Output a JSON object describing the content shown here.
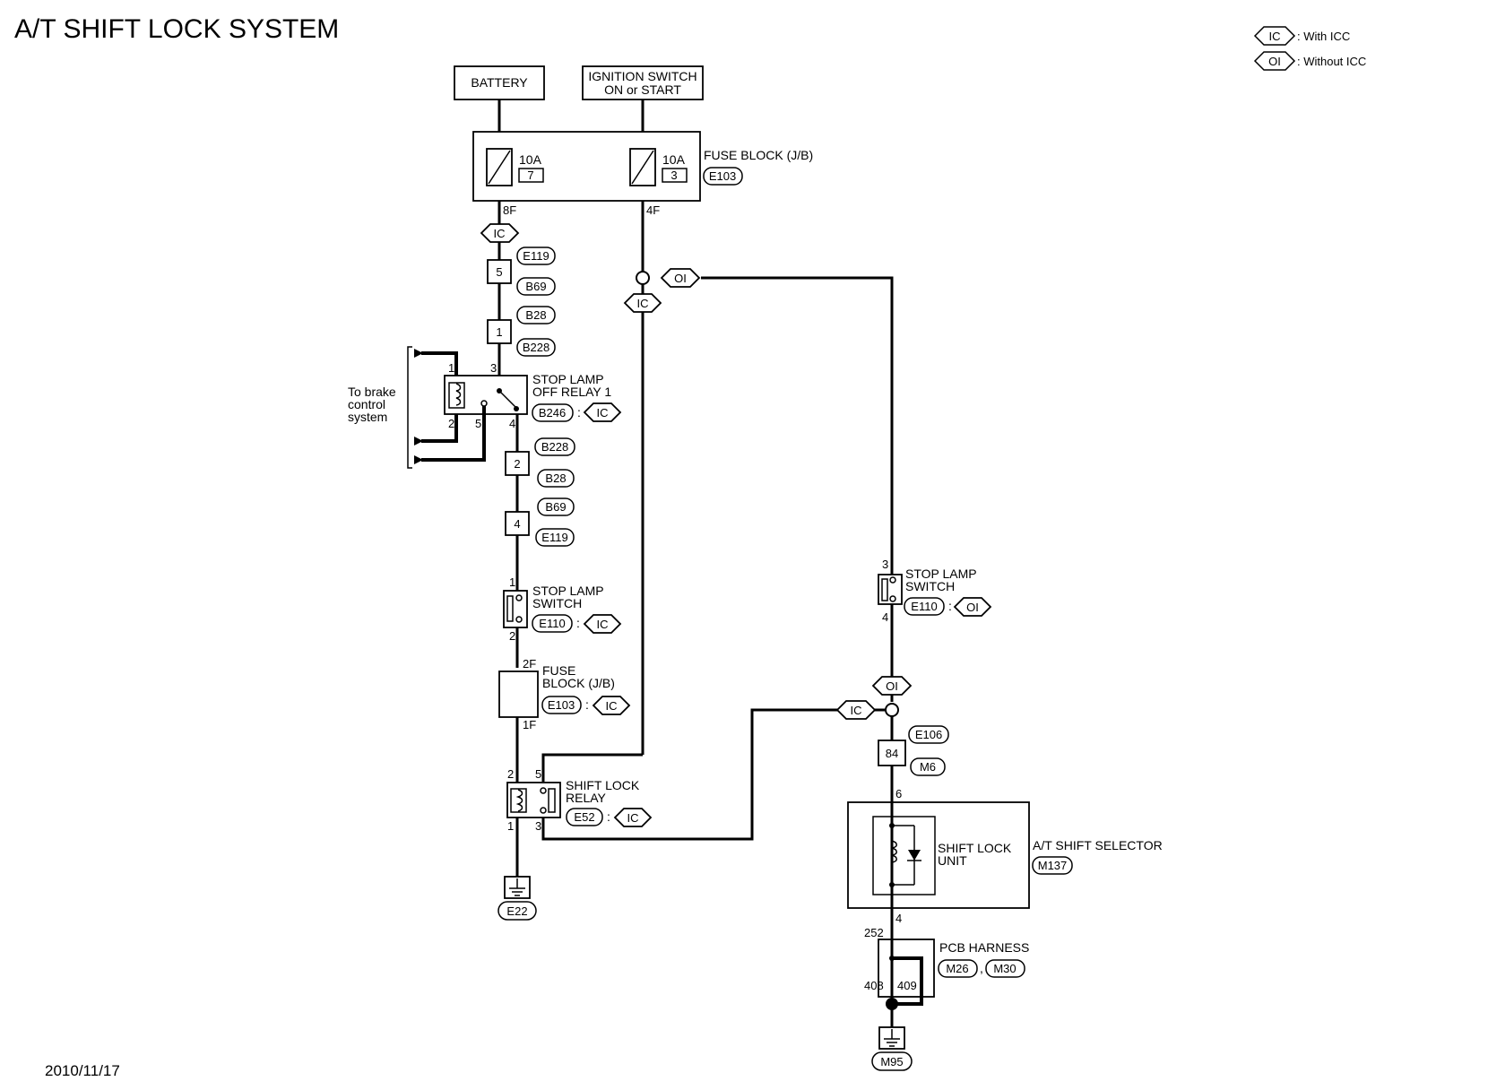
{
  "title": "A/T SHIFT LOCK SYSTEM",
  "date": "2010/11/17",
  "legend": [
    {
      "code": "IC",
      "text": ": With ICC"
    },
    {
      "code": "OI",
      "text": ": Without ICC"
    }
  ],
  "sources": {
    "battery": "BATTERY",
    "ignition_line1": "IGNITION SWITCH",
    "ignition_line2": "ON or START"
  },
  "fuse_block_top": {
    "label": "FUSE BLOCK (J/B)",
    "connector": "E103",
    "fuse_left_amp": "10A",
    "fuse_left_num": "7",
    "fuse_right_amp": "10A",
    "fuse_right_num": "3",
    "pin_left": "8F",
    "pin_right": "4F"
  },
  "options": {
    "ic": "IC",
    "oi": "OI"
  },
  "joints": {
    "j5": "5",
    "j1": "1",
    "j2": "2",
    "j4": "4",
    "j84": "84",
    "c_e119_a": "E119",
    "c_b69_a": "B69",
    "c_b28_a": "B28",
    "c_b228_a": "B228",
    "c_b228_b": "B228",
    "c_b28_b": "B28",
    "c_b69_b": "B69",
    "c_e119_b": "E119",
    "c_e106": "E106",
    "c_m6": "M6"
  },
  "stop_lamp_relay": {
    "line1": "STOP LAMP",
    "line2": "OFF RELAY 1",
    "connector": "B246",
    "sep": ":",
    "pin1": "1",
    "pin2": "2",
    "pin3": "3",
    "pin4": "4",
    "pin5": "5"
  },
  "brake_note": {
    "line1": "To brake",
    "line2": "control",
    "line3": "system"
  },
  "stop_lamp_switch_ic": {
    "line1": "STOP LAMP",
    "line2": "SWITCH",
    "connector": "E110",
    "sep": ":",
    "pin_top": "1",
    "pin_bottom": "2"
  },
  "stop_lamp_switch_oi": {
    "line1": "STOP LAMP",
    "line2": "SWITCH",
    "connector": "E110",
    "sep": ":",
    "pin_top": "3",
    "pin_bottom": "4"
  },
  "fuse_block_mid": {
    "line1": "FUSE",
    "line2": "BLOCK (J/B)",
    "connector": "E103",
    "sep": ":",
    "pin_top": "2F",
    "pin_bottom": "1F"
  },
  "shift_lock_relay": {
    "line1": "SHIFT LOCK",
    "line2": "RELAY",
    "connector": "E52",
    "sep": ":",
    "pin2": "2",
    "pin5": "5",
    "pin1": "1",
    "pin3": "3"
  },
  "ground_left": "E22",
  "shift_selector": {
    "label": "A/T SHIFT SELECTOR",
    "connector": "M137",
    "unit_line1": "SHIFT LOCK",
    "unit_line2": "UNIT",
    "pin_top": "6",
    "pin_bottom": "4"
  },
  "pcb": {
    "label": "PCB HARNESS",
    "connector1": "M26",
    "sep": ",",
    "connector2": "M30",
    "pin252": "252",
    "pin408": "408",
    "pin409": "409"
  },
  "ground_right": "M95"
}
